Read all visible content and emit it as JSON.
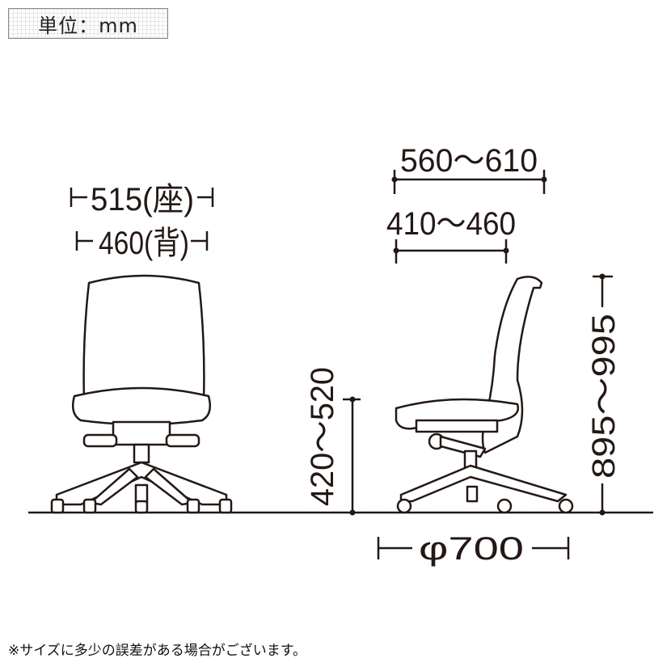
{
  "unit_label": "単位：mm",
  "front_view": {
    "seat_width": "515(座)",
    "back_width": "460(背)"
  },
  "side_view": {
    "depth_overall": "560〜610",
    "seat_depth": "410〜460",
    "seat_height": "420〜520",
    "overall_height": "895〜995",
    "base_diameter": "φ700"
  },
  "footnote": "※サイズに多少の誤差がある場合がございます。",
  "colors": {
    "line": "#231815",
    "background": "#ffffff"
  }
}
